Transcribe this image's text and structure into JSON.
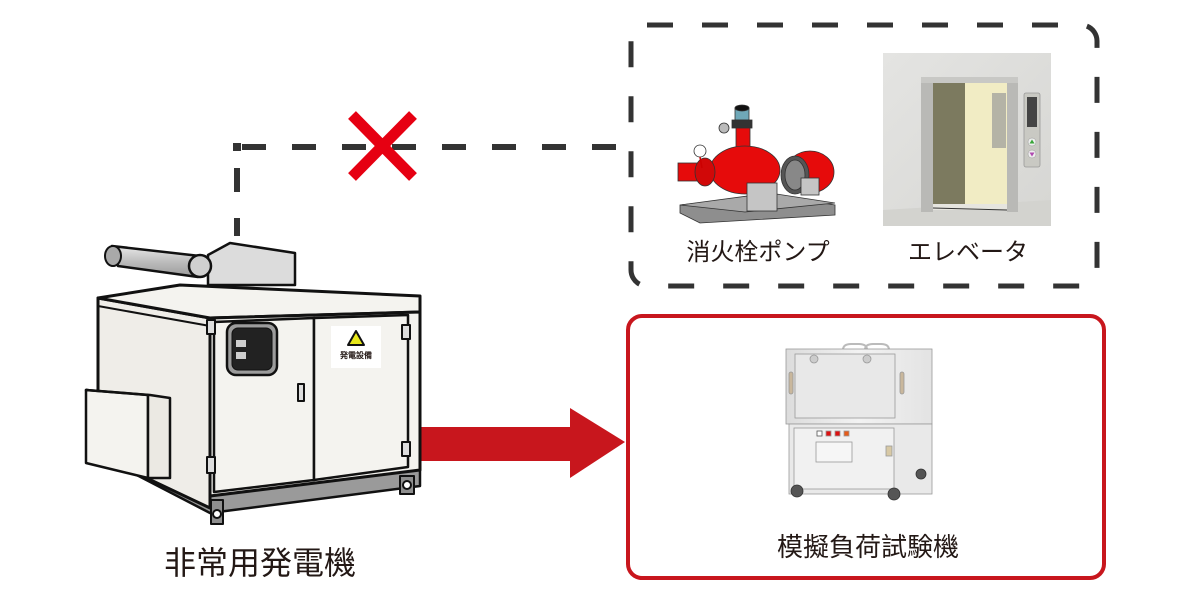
{
  "generator": {
    "label": "非常用発電機",
    "sign_text": "発電設備",
    "sign_icon": "warning-triangle-icon"
  },
  "disconnected_group": {
    "items": [
      {
        "label": "消火栓ポンプ",
        "icon": "fire-pump-icon"
      },
      {
        "label": "エレベータ",
        "icon": "elevator-icon"
      }
    ],
    "status_icon": "cross-mark-icon",
    "border_style": "dashed"
  },
  "connected_target": {
    "label": "模擬負荷試験機",
    "icon": "load-bank-tester-icon",
    "border_style": "solid"
  },
  "colors": {
    "accent_red": "#c8161d",
    "cross_red": "#e60012",
    "dash_gray": "#333333",
    "text": "#231815",
    "pump_red": "#e60b0b",
    "warning_yellow": "#e8e81a"
  }
}
